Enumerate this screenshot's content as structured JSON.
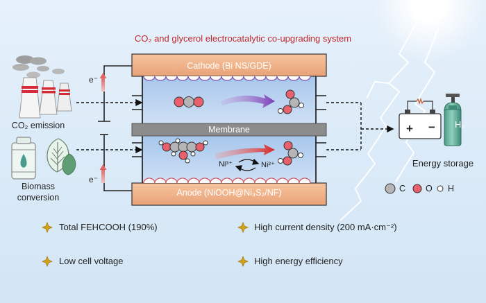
{
  "title": "CO₂ and glycerol electrocatalytic co-upgrading system",
  "cathode_label": "Cathode (Bi NS/GDE)",
  "membrane_label": "Membrane",
  "anode_label": "Anode (NiOOH@Ni₃S₂/NF)",
  "ni3_label": "Ni³⁺",
  "ni2_label": "Ni²⁺",
  "electron_label": "e⁻",
  "co2_emission_label": "CO₂ emission",
  "biomass_label": [
    "Biomass",
    "conversion"
  ],
  "energy_storage_label": "Energy storage",
  "battery_plus": "+",
  "battery_minus": "−",
  "h2_label": "H₂",
  "legend": [
    {
      "symbol": "C",
      "color": "#b5b5b5"
    },
    {
      "symbol": "O",
      "color": "#e8606b"
    },
    {
      "symbol": "H",
      "color": "#ffffff"
    }
  ],
  "features": [
    "Total FEHCOOH (190%)",
    "High current density (200 mA·cm⁻²)",
    "Low cell voltage",
    "High energy efficiency"
  ],
  "colors": {
    "title": "#c0282d",
    "electrode": "#f2b389",
    "membrane": "#8c8c8c",
    "electrolyte": "#b9d3f0",
    "bubbles_cathode": "#7b4fa3",
    "bubbles_anode": "#e07a82",
    "star": "#d6a21a"
  },
  "icons": [
    "factory-icon",
    "sun-icon",
    "lightning-icon",
    "bottle-icon",
    "leaf-icon",
    "battery-icon",
    "gas-cylinder-icon",
    "star-icon"
  ]
}
